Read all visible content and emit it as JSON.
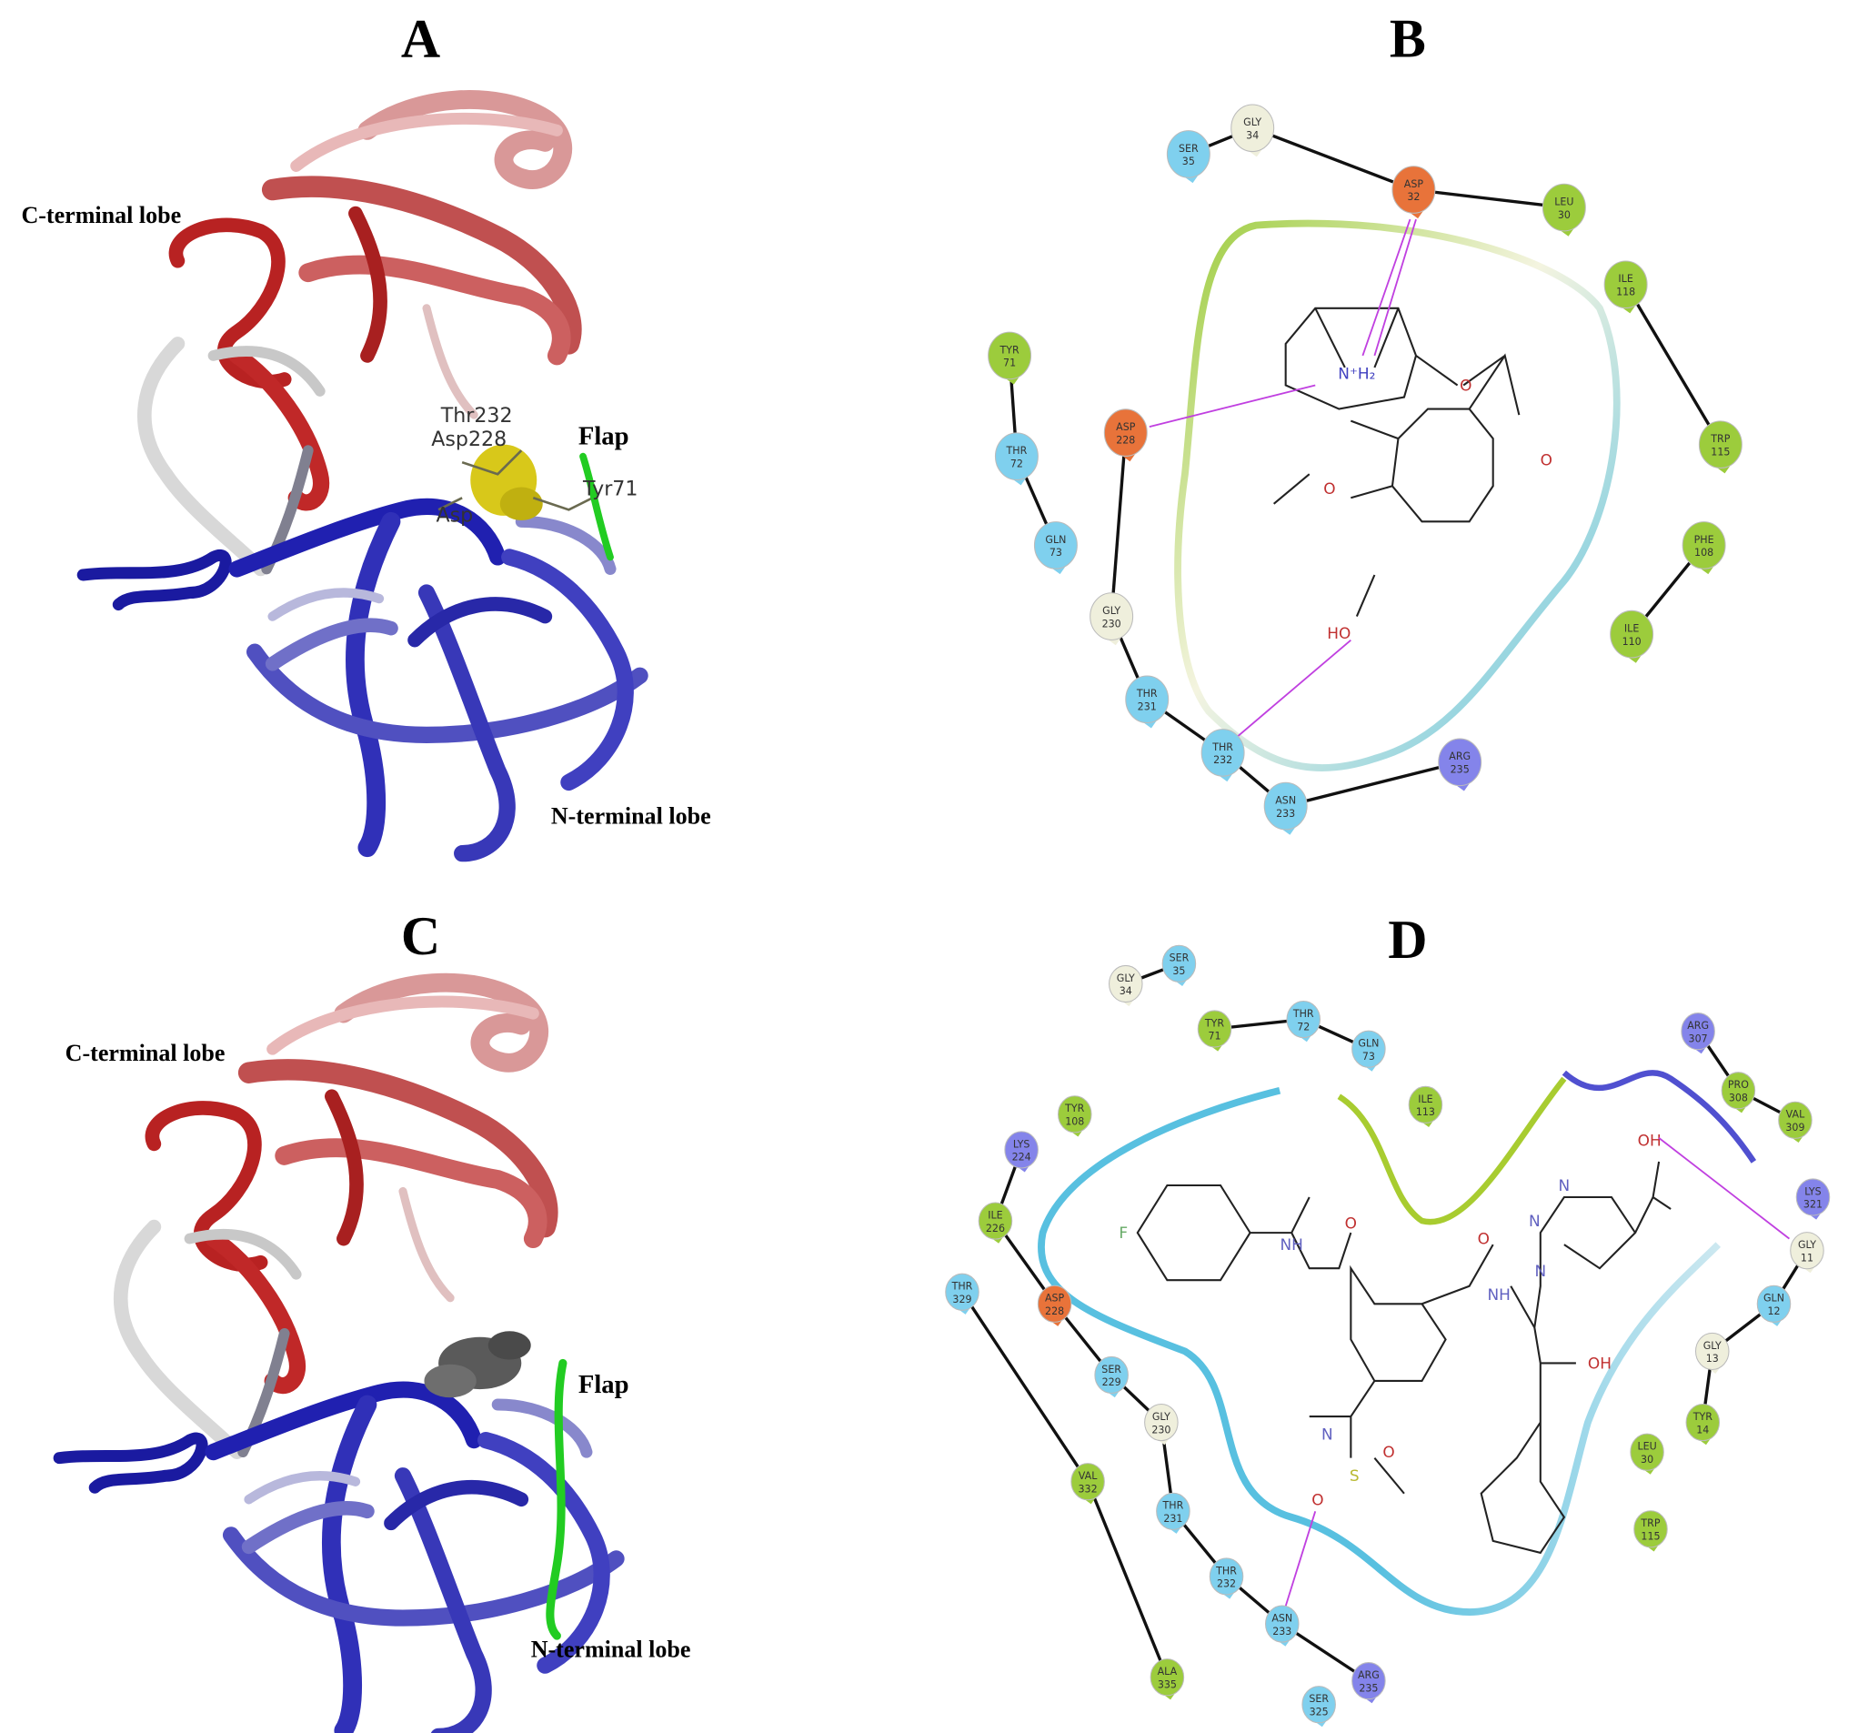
{
  "panels": {
    "A": {
      "label": "A",
      "c_terminal": "C-terminal lobe",
      "n_terminal": "N-terminal lobe",
      "flap": "Flap",
      "residue_labels": [
        "Thr232",
        "Asp228",
        "Tyr71",
        "Asp"
      ]
    },
    "B": {
      "label": "B"
    },
    "C": {
      "label": "C",
      "c_terminal": "C-terminal lobe",
      "n_terminal": "N-terminal lobe",
      "flap": "Flap"
    },
    "D": {
      "label": "D"
    }
  },
  "colors": {
    "negative": "#e8733a",
    "hydrophobic": "#9ccc3c",
    "polar": "#7fd0ee",
    "glycine": "#efefdc",
    "positive": "#8484ea",
    "h_bond": "#c040e0",
    "ligand_A": "#d8c81a",
    "ligand_C": "#5a5a5a",
    "flap": "#22cc22"
  },
  "residues_B": [
    {
      "name": "SER",
      "num": "35",
      "type": "polar"
    },
    {
      "name": "GLY",
      "num": "34",
      "type": "glycine"
    },
    {
      "name": "ASP",
      "num": "32",
      "type": "negative"
    },
    {
      "name": "LEU",
      "num": "30",
      "type": "hydrophobic"
    },
    {
      "name": "ILE",
      "num": "118",
      "type": "hydrophobic"
    },
    {
      "name": "TRP",
      "num": "115",
      "type": "hydrophobic"
    },
    {
      "name": "PHE",
      "num": "108",
      "type": "hydrophobic"
    },
    {
      "name": "ILE",
      "num": "110",
      "type": "hydrophobic"
    },
    {
      "name": "TYR",
      "num": "71",
      "type": "hydrophobic"
    },
    {
      "name": "THR",
      "num": "72",
      "type": "polar"
    },
    {
      "name": "GLN",
      "num": "73",
      "type": "polar"
    },
    {
      "name": "ASP",
      "num": "228",
      "type": "negative"
    },
    {
      "name": "GLY",
      "num": "230",
      "type": "glycine"
    },
    {
      "name": "THR",
      "num": "231",
      "type": "polar"
    },
    {
      "name": "THR",
      "num": "232",
      "type": "polar"
    },
    {
      "name": "ASN",
      "num": "233",
      "type": "polar"
    },
    {
      "name": "ARG",
      "num": "235",
      "type": "positive"
    }
  ],
  "residues_D": [
    {
      "name": "GLY",
      "num": "34",
      "type": "glycine"
    },
    {
      "name": "SER",
      "num": "35",
      "type": "polar"
    },
    {
      "name": "TYR",
      "num": "71",
      "type": "hydrophobic"
    },
    {
      "name": "THR",
      "num": "72",
      "type": "polar"
    },
    {
      "name": "GLN",
      "num": "73",
      "type": "polar"
    },
    {
      "name": "ILE",
      "num": "113",
      "type": "hydrophobic"
    },
    {
      "name": "TYR",
      "num": "108",
      "type": "hydrophobic"
    },
    {
      "name": "LYS",
      "num": "224",
      "type": "positive"
    },
    {
      "name": "ILE",
      "num": "226",
      "type": "hydrophobic"
    },
    {
      "name": "THR",
      "num": "329",
      "type": "polar"
    },
    {
      "name": "ASP",
      "num": "228",
      "type": "negative"
    },
    {
      "name": "SER",
      "num": "229",
      "type": "polar"
    },
    {
      "name": "GLY",
      "num": "230",
      "type": "glycine"
    },
    {
      "name": "VAL",
      "num": "332",
      "type": "hydrophobic"
    },
    {
      "name": "THR",
      "num": "231",
      "type": "polar"
    },
    {
      "name": "THR",
      "num": "232",
      "type": "polar"
    },
    {
      "name": "ASN",
      "num": "233",
      "type": "polar"
    },
    {
      "name": "ALA",
      "num": "335",
      "type": "hydrophobic"
    },
    {
      "name": "ARG",
      "num": "235",
      "type": "positive"
    },
    {
      "name": "SER",
      "num": "325",
      "type": "polar"
    },
    {
      "name": "ARG",
      "num": "307",
      "type": "positive"
    },
    {
      "name": "PRO",
      "num": "308",
      "type": "hydrophobic"
    },
    {
      "name": "VAL",
      "num": "309",
      "type": "hydrophobic"
    },
    {
      "name": "LYS",
      "num": "321",
      "type": "positive"
    },
    {
      "name": "GLY",
      "num": "11",
      "type": "glycine"
    },
    {
      "name": "GLN",
      "num": "12",
      "type": "polar"
    },
    {
      "name": "GLY",
      "num": "13",
      "type": "glycine"
    },
    {
      "name": "TYR",
      "num": "14",
      "type": "hydrophobic"
    },
    {
      "name": "LEU",
      "num": "30",
      "type": "hydrophobic"
    },
    {
      "name": "TRP",
      "num": "115",
      "type": "hydrophobic"
    }
  ],
  "ligand_B_atoms": {
    "amine": "N⁺H₂",
    "ester_o": "O",
    "carbonyl_o": "O",
    "methoxy_o": "O",
    "hydroxyl": "HO"
  },
  "ligand_D_atoms": {
    "fluorine": "F",
    "amide_nh_1": "NH",
    "amide_o_1": "O",
    "amide_o_2": "O",
    "amide_nh_2": "NH",
    "sulfonamide_n": "N",
    "sulfur": "S",
    "sulfonyl_o_1": "O",
    "sulfonyl_o_2": "O",
    "triazole_n1": "N",
    "triazole_n2": "N",
    "triazole_n3": "N",
    "hydroxyl_1": "OH",
    "hydroxyl_2": "OH"
  }
}
